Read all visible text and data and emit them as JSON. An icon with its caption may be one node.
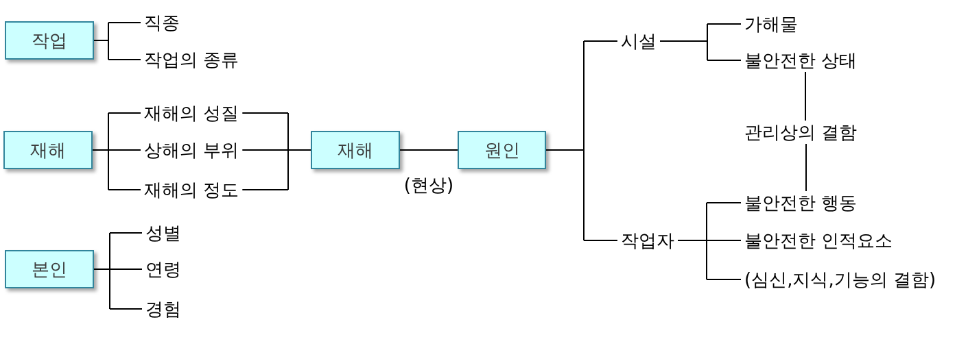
{
  "diagram": {
    "nodes": [
      {
        "text": [
          "작업"
        ]
      },
      {
        "text": [
          "직종"
        ]
      },
      {
        "text": [
          "작업의 종류"
        ]
      },
      {
        "text": [
          "재해"
        ]
      },
      {
        "text": [
          "재해의 성질"
        ]
      },
      {
        "text": [
          "상해의 부위"
        ]
      },
      {
        "text": [
          "재해의 정도"
        ]
      },
      {
        "text": [
          "본인"
        ]
      },
      {
        "text": [
          "성별"
        ]
      },
      {
        "text": [
          "연령"
        ]
      },
      {
        "text": [
          "경험"
        ]
      },
      {
        "text": [
          "재해"
        ]
      },
      {
        "text": [
          "원인"
        ]
      },
      {
        "text": [
          "시설"
        ]
      },
      {
        "text": [
          "작업자"
        ]
      },
      {
        "text": [
          "가해물"
        ]
      },
      {
        "text": [
          "불안전한 상태"
        ]
      },
      {
        "text": [
          "관리상의 결함"
        ]
      },
      {
        "text": [
          "불안전한 행동"
        ]
      },
      {
        "text": [
          "불안전한 인적요소"
        ]
      },
      {
        "text": [
          "(심신,지식,기능의 결함)"
        ]
      }
    ],
    "edges": [
      {
        "from": 0,
        "to": 1,
        "arrow": "none"
      },
      {
        "from": 0,
        "to": 2,
        "arrow": "none"
      },
      {
        "from": 3,
        "to": 4,
        "arrow": "none"
      },
      {
        "from": 3,
        "to": 5,
        "arrow": "none"
      },
      {
        "from": 3,
        "to": 6,
        "arrow": "none"
      },
      {
        "from": 7,
        "to": 8,
        "arrow": "none"
      },
      {
        "from": 7,
        "to": 9,
        "arrow": "none"
      },
      {
        "from": 7,
        "to": 10,
        "arrow": "none"
      },
      {
        "from": 4,
        "to": 11,
        "arrow": "none"
      },
      {
        "from": 5,
        "to": 11,
        "arrow": "none"
      },
      {
        "from": 6,
        "to": 11,
        "arrow": "none"
      },
      {
        "from": 11,
        "to": 12,
        "arrow": "none",
        "label": "(현상)"
      },
      {
        "from": 12,
        "to": 13,
        "arrow": "none"
      },
      {
        "from": 12,
        "to": 14,
        "arrow": "none"
      },
      {
        "from": 13,
        "to": 15,
        "arrow": "none"
      },
      {
        "from": 13,
        "to": 16,
        "arrow": "none"
      },
      {
        "from": 16,
        "to": 17,
        "arrow": "none"
      },
      {
        "from": 17,
        "to": 18,
        "arrow": "none"
      },
      {
        "from": 14,
        "to": 18,
        "arrow": "none"
      },
      {
        "from": 14,
        "to": 19,
        "arrow": "none"
      },
      {
        "from": 14,
        "to": 20,
        "arrow": "none"
      }
    ]
  }
}
